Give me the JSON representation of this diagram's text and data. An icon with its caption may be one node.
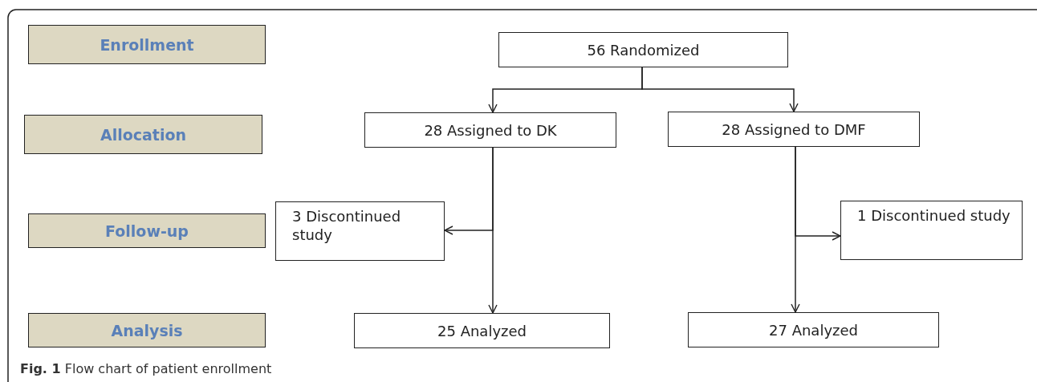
{
  "diagram": {
    "caption": "**Fig. 1** Flow chart of patient enrollment",
    "nodes": [
      {
        "text": [
          "Enrollment"
        ]
      },
      {
        "text": [
          "Allocation"
        ]
      },
      {
        "text": [
          "Follow-up"
        ]
      },
      {
        "text": [
          "Analysis"
        ]
      },
      {
        "text": [
          "56 Randomized"
        ]
      },
      {
        "text": [
          "28 Assigned to DK"
        ]
      },
      {
        "text": [
          "28 Assigned to DMF"
        ]
      },
      {
        "text": [
          "3 Discontinued study"
        ]
      },
      {
        "text": [
          "1 Discontinued study"
        ]
      },
      {
        "text": [
          "25 Analyzed"
        ]
      },
      {
        "text": [
          "27 Analyzed"
        ]
      }
    ],
    "edges": [
      {
        "from": 4,
        "to": 5,
        "arrow": "to"
      },
      {
        "from": 4,
        "to": 6,
        "arrow": "to"
      },
      {
        "from": 5,
        "to": 7,
        "arrow": "to"
      },
      {
        "from": 5,
        "to": 9,
        "arrow": "to"
      },
      {
        "from": 6,
        "to": 8,
        "arrow": "to"
      },
      {
        "from": 6,
        "to": 10,
        "arrow": "to"
      }
    ]
  }
}
